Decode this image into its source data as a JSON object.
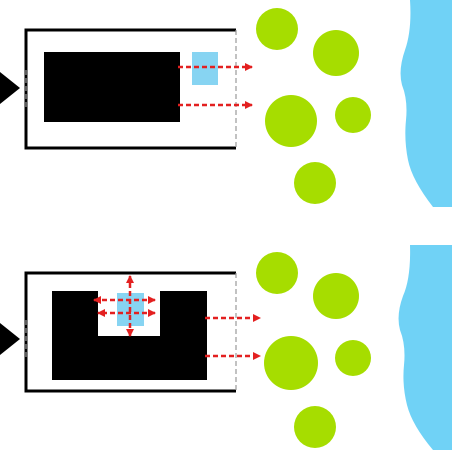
{
  "colors": {
    "background": "#ffffff",
    "frame": "#000000",
    "building": "#000000",
    "window": "#87d4f2",
    "arrow": "#e32020",
    "tree": "#a6dd00",
    "water": "#70d2f6",
    "entrance": "#000000",
    "dashed_line": "#9a9a9a"
  },
  "panels": [
    {
      "name": "top-panel",
      "layout": "rectangular-block-with-window-at-edge",
      "arrow_count": 2,
      "tree_count": 5
    },
    {
      "name": "bottom-panel",
      "layout": "u-shaped-block-with-central-window",
      "arrow_count": 4,
      "tree_count": 5
    }
  ],
  "icons": {
    "entrance": "triangle-arrow-icon",
    "tree": "circle-icon",
    "water": "shoreline-shape"
  }
}
